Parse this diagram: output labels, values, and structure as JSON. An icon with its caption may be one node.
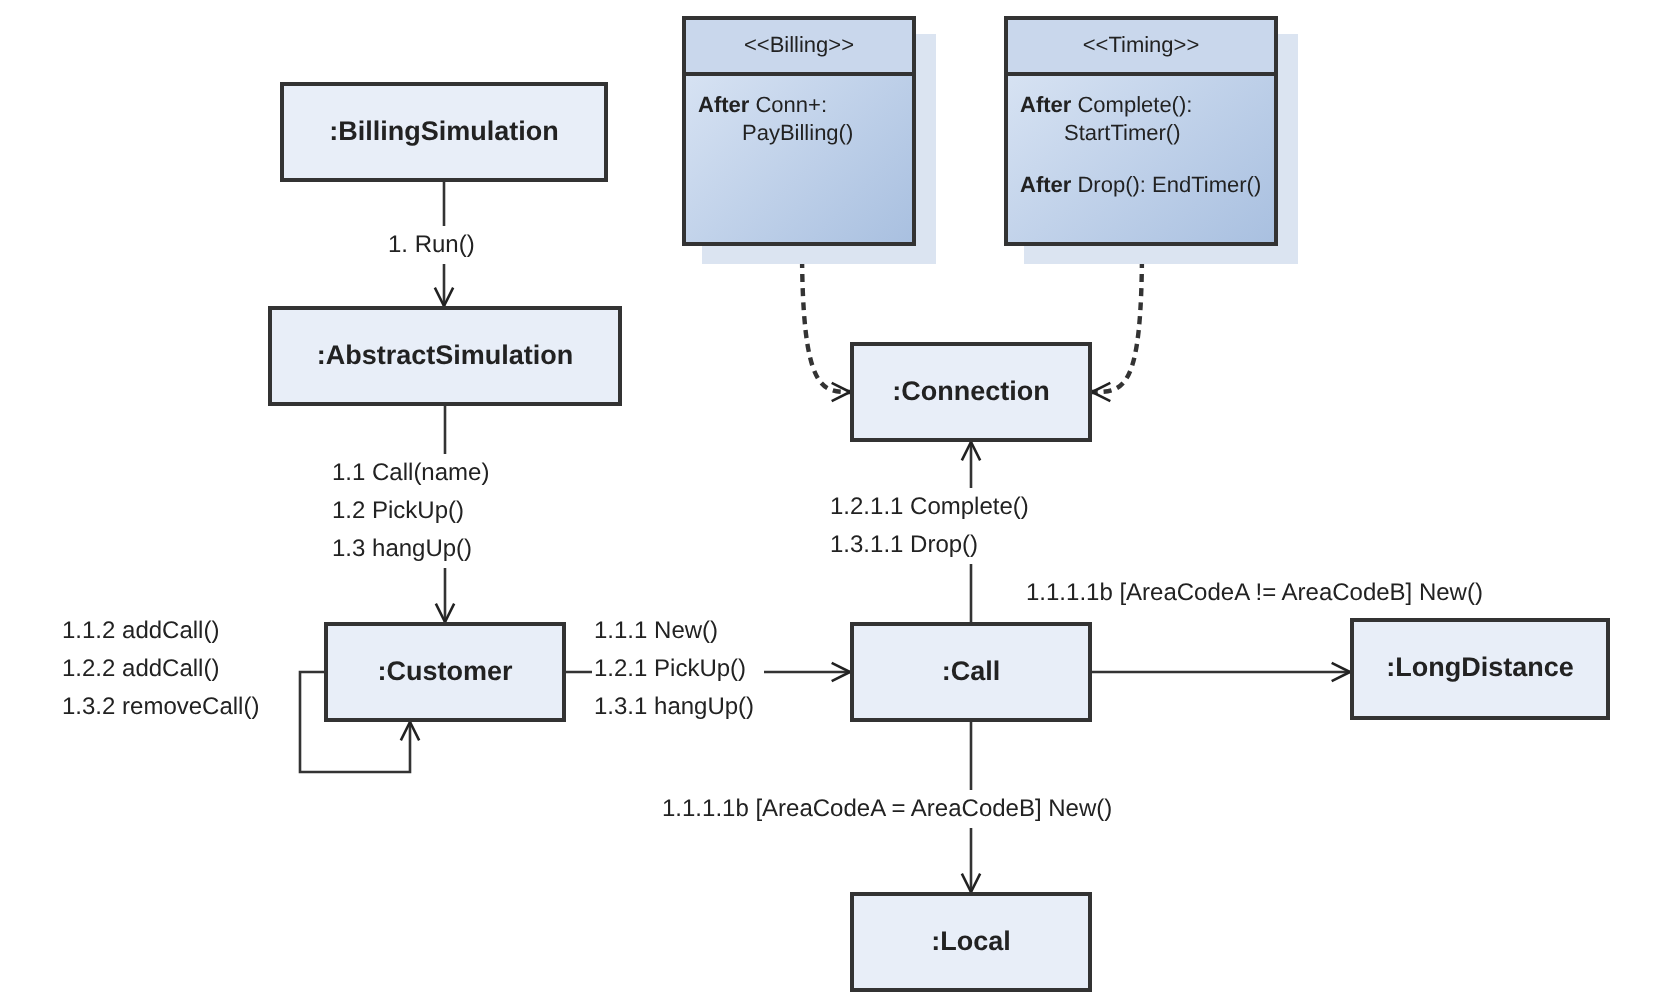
{
  "diagram": {
    "nodes": [
      {
        "text": [
          ":BillingSimulation"
        ]
      },
      {
        "text": [
          ":AbstractSimulation"
        ]
      },
      {
        "text": [
          ":Customer"
        ]
      },
      {
        "text": [
          ":Call"
        ]
      },
      {
        "text": [
          ":Connection"
        ]
      },
      {
        "text": [
          ":LongDistance"
        ]
      },
      {
        "text": [
          ":Local"
        ]
      },
      {
        "text": [
          "<<Billing>>",
          "**After** Conn+: PayBilling()"
        ]
      },
      {
        "text": [
          "<<Timing>>",
          "**After** Complete(): StartTimer()",
          "**After** Drop(): EndTimer()"
        ]
      }
    ],
    "edges": [
      {
        "from": 0,
        "to": 1,
        "arrow": "to",
        "label": "1. Run()"
      },
      {
        "from": 1,
        "to": 2,
        "arrow": "to",
        "label": "1.1 Call(name) 1.2 PickUp() 1.3 hangUp()"
      },
      {
        "from": 2,
        "to": 2,
        "arrow": "to",
        "label": "1.1.2 addCall() 1.2.2 addCall() 1.3.2 removeCall()"
      },
      {
        "from": 2,
        "to": 3,
        "arrow": "to",
        "label": "1.1.1 New() 1.2.1 PickUp() 1.3.1 hangUp()"
      },
      {
        "from": 3,
        "to": 4,
        "arrow": "to",
        "label": "1.2.1.1 Complete() 1.3.1.1 Drop()"
      },
      {
        "from": 3,
        "to": 5,
        "arrow": "to",
        "label": "1.1.1.1b [AreaCodeA != AreaCodeB] New()"
      },
      {
        "from": 3,
        "to": 6,
        "arrow": "to",
        "label": "1.1.1.1b [AreaCodeA = AreaCodeB] New()"
      },
      {
        "from": 7,
        "to": 4,
        "arrow": "to",
        "style": "dashed"
      },
      {
        "from": 8,
        "to": 4,
        "arrow": "to",
        "style": "dashed"
      }
    ]
  }
}
